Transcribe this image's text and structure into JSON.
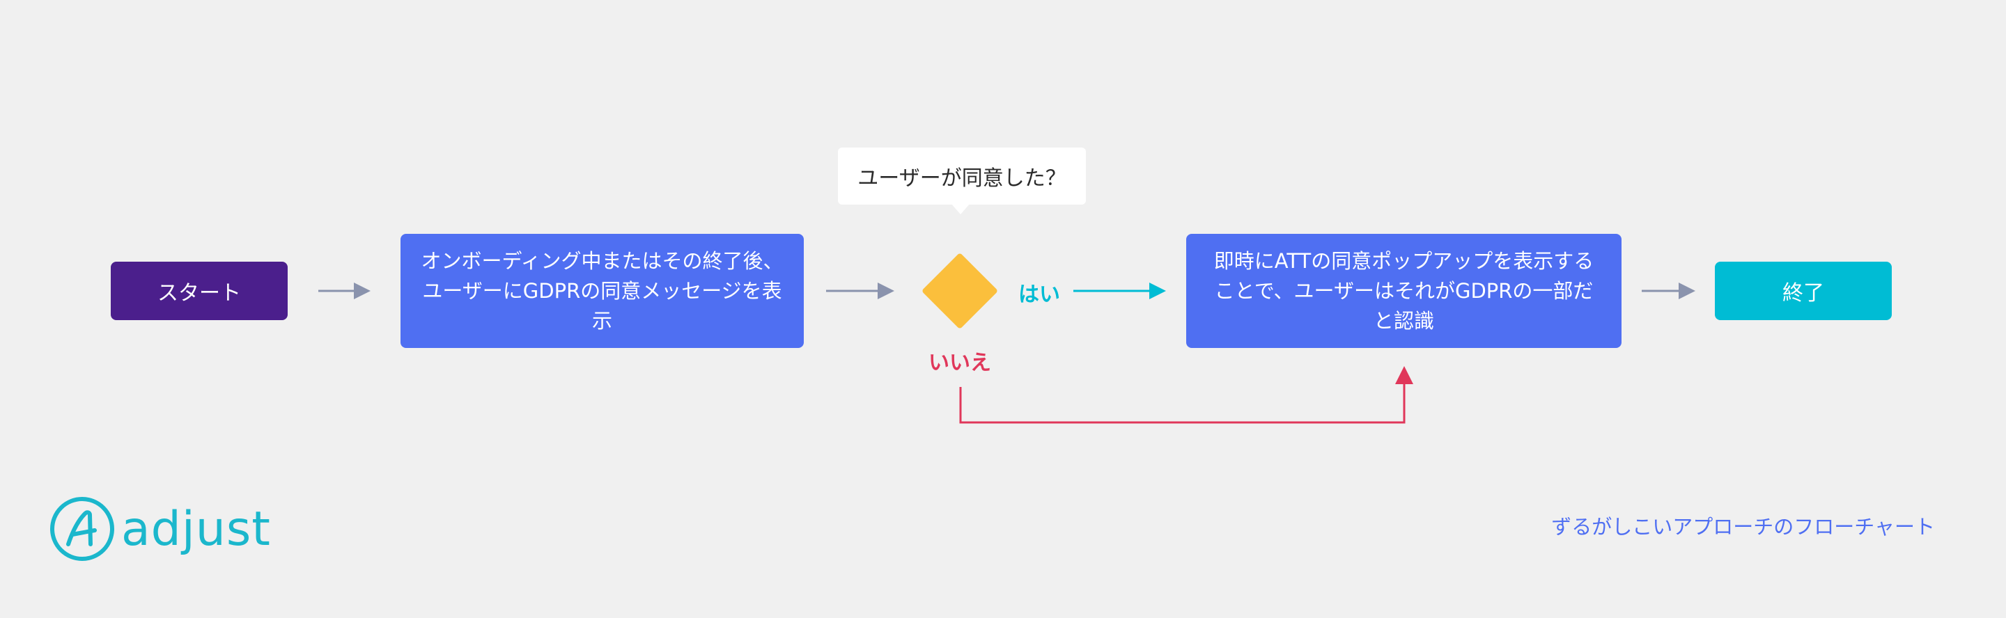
{
  "diagram": {
    "start": "スタート",
    "step1": "オンボーディング中またはその終了後、ユーザーにGDPRの同意メッセージを表示",
    "question": "ユーザーが同意した？",
    "yes": "はい",
    "no": "いいえ",
    "step2": "即時にATTの同意ポップアップを表示することで、ユーザーはそれがGDPRの一部だと認識",
    "end": "終了"
  },
  "brand": {
    "name": "adjust"
  },
  "caption": "ずるがしこいアプローチのフローチャート",
  "colors": {
    "background": "#f0f0f0",
    "start": "#4b1f8c",
    "process": "#4f6ff2",
    "decision": "#fbbf3c",
    "end": "#00bcd4",
    "yes": "#00bcd4",
    "no": "#e0375a",
    "arrow": "#8a93ad",
    "brand": "#1bb7cc"
  }
}
